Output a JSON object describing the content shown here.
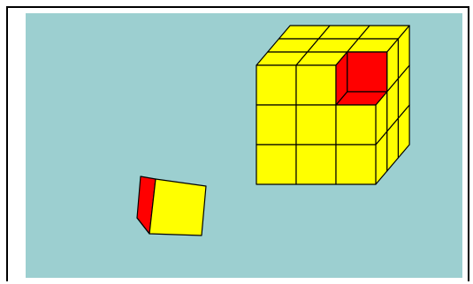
{
  "puzzle": {
    "colors": {
      "page_bg": "#ffffff",
      "frame_border": "#000000",
      "scene_bg": "#9ccfd0",
      "cube_face": "#ffff00",
      "highlight_face": "#ff0000",
      "edge": "#000000"
    },
    "big_cube": {
      "grid_size": 3,
      "missing_cell": {
        "row": 0,
        "col": 2,
        "face": "front",
        "interior_color": "red"
      }
    },
    "loose_cube": {
      "front_face_color": "yellow",
      "side_face_color": "red"
    }
  }
}
